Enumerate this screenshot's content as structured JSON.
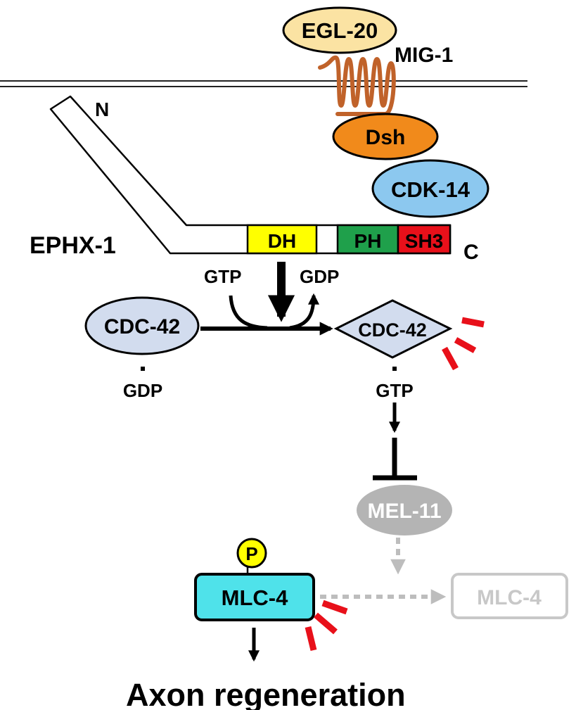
{
  "membrane": {
    "ligand": "EGL-20",
    "receptor": "MIG-1"
  },
  "cytoplasm": {
    "dishevelled": "Dsh",
    "kinase": "CDK-14"
  },
  "ephx1": {
    "name": "EPHX-1",
    "n_terminus": "N",
    "c_terminus": "C",
    "domains": {
      "dh": "DH",
      "ph": "PH",
      "sh3": "SH3"
    }
  },
  "gef_reaction": {
    "gtp_in": "GTP",
    "gdp_out": "GDP",
    "inactive": {
      "name": "CDC-42",
      "nucleotide": "GDP"
    },
    "active": {
      "name": "CDC-42",
      "nucleotide": "GTP"
    }
  },
  "downstream": {
    "phosphatase": "MEL-11",
    "mlc_phospho": "MLC-4",
    "phospho_mark": "P",
    "mlc_dephospho": "MLC-4",
    "outcome": "Axon regeneration"
  },
  "colors": {
    "egl20": "#fbe3a3",
    "mig1_coil": "#c0622a",
    "dsh": "#f18a1b",
    "cdk14": "#8cc8ef",
    "dh": "#ffff00",
    "ph": "#1fa04b",
    "sh3": "#e8101a",
    "cdc42": "#d2dcee",
    "mlc4_active": "#4fe2ea",
    "phospho": "#ffff00",
    "inactive_gray": "#b4b4b4",
    "activity_marks": "#e8101a"
  }
}
